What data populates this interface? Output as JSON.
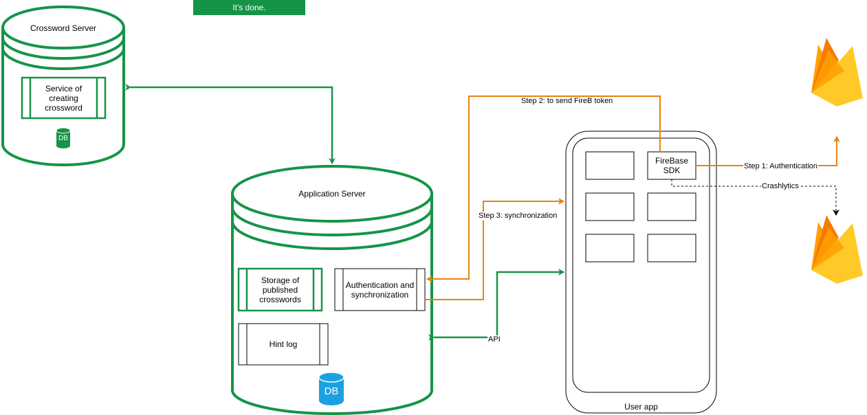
{
  "banner": {
    "status": "It's done."
  },
  "crossword_server": {
    "title": "Crossword Server",
    "service": "Service of creating crossword",
    "db": "DB"
  },
  "application_server": {
    "title": "Application Server",
    "storage": "Storage of published crosswords",
    "auth": "Authentication and synchronization",
    "hint_log": "Hint log",
    "db": "DB"
  },
  "user_app": {
    "caption": "User app",
    "sdk": "FireBase SDK"
  },
  "edges": {
    "step1": "Step 1: Authentication",
    "step2": "Step 2: to send FireB token",
    "step3": "Step 3: synchronization",
    "crashlytics": "Crashlytics",
    "api": "API"
  },
  "colors": {
    "green": "#159447",
    "orange": "#E8820E",
    "db_blue": "#1BA1E2",
    "firebase_yellow": "#FFCA28",
    "firebase_orange": "#FFA000",
    "firebase_red": "#F57C00"
  }
}
